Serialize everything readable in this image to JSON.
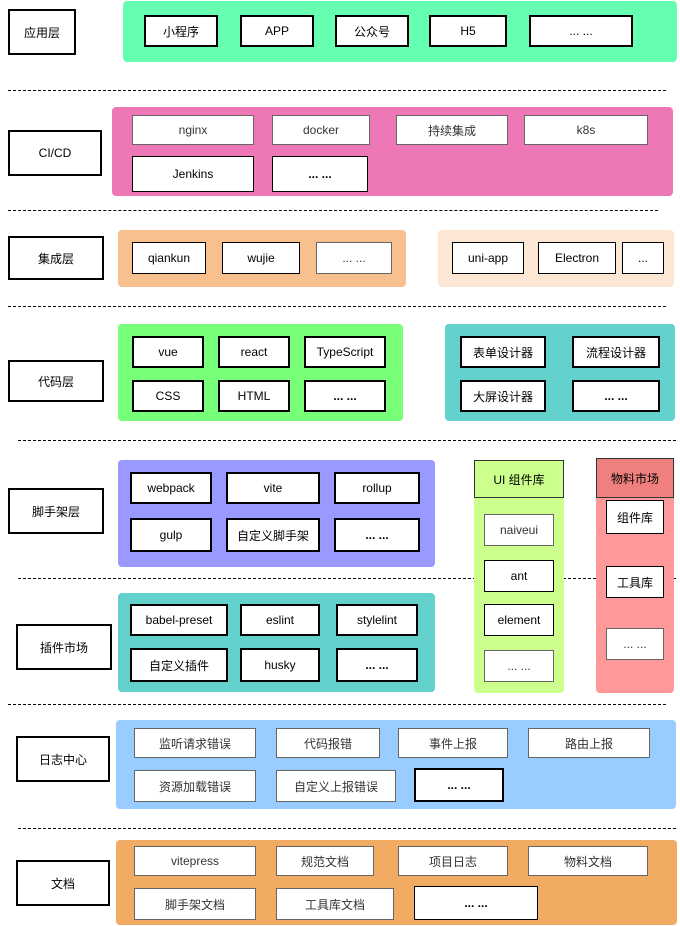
{
  "layers": {
    "app": "应用层",
    "cicd": "CI/CD",
    "integration": "集成层",
    "code": "代码层",
    "scaffold": "脚手架层",
    "plugin": "插件市场",
    "log": "日志中心",
    "docs": "文档"
  },
  "app": [
    "小程序",
    "APP",
    "公众号",
    "H5",
    "... ..."
  ],
  "cicd": [
    "nginx",
    "docker",
    "持续集成",
    "k8s",
    "Jenkins",
    "... ..."
  ],
  "integration": {
    "micro": [
      "qiankun",
      "wujie",
      "... ..."
    ],
    "cross": [
      "uni-app",
      "Electron",
      "..."
    ]
  },
  "code": {
    "lang": [
      "vue",
      "react",
      "TypeScript",
      "CSS",
      "HTML",
      "... ..."
    ],
    "designers": [
      "表单设计器",
      "流程设计器",
      "大屏设计器",
      "... ..."
    ]
  },
  "scaffold": [
    "webpack",
    "vite",
    "rollup",
    "gulp",
    "自定义脚手架",
    "... ..."
  ],
  "plugin": [
    "babel-preset",
    "eslint",
    "stylelint",
    "自定义插件",
    "husky",
    "... ..."
  ],
  "ui_lib": {
    "title": "UI 组件库",
    "items": [
      "naiveui",
      "ant",
      "element",
      "... ..."
    ]
  },
  "market": {
    "title": "物料市场",
    "items": [
      "组件库",
      "工具库",
      "... ..."
    ]
  },
  "log": [
    "监听请求错误",
    "代码报错",
    "事件上报",
    "路由上报",
    "资源加载错误",
    "自定义上报错误",
    "... ..."
  ],
  "docs": [
    "vitepress",
    "规范文档",
    "项目日志",
    "物料文档",
    "脚手架文档",
    "工具库文档",
    "... ..."
  ]
}
